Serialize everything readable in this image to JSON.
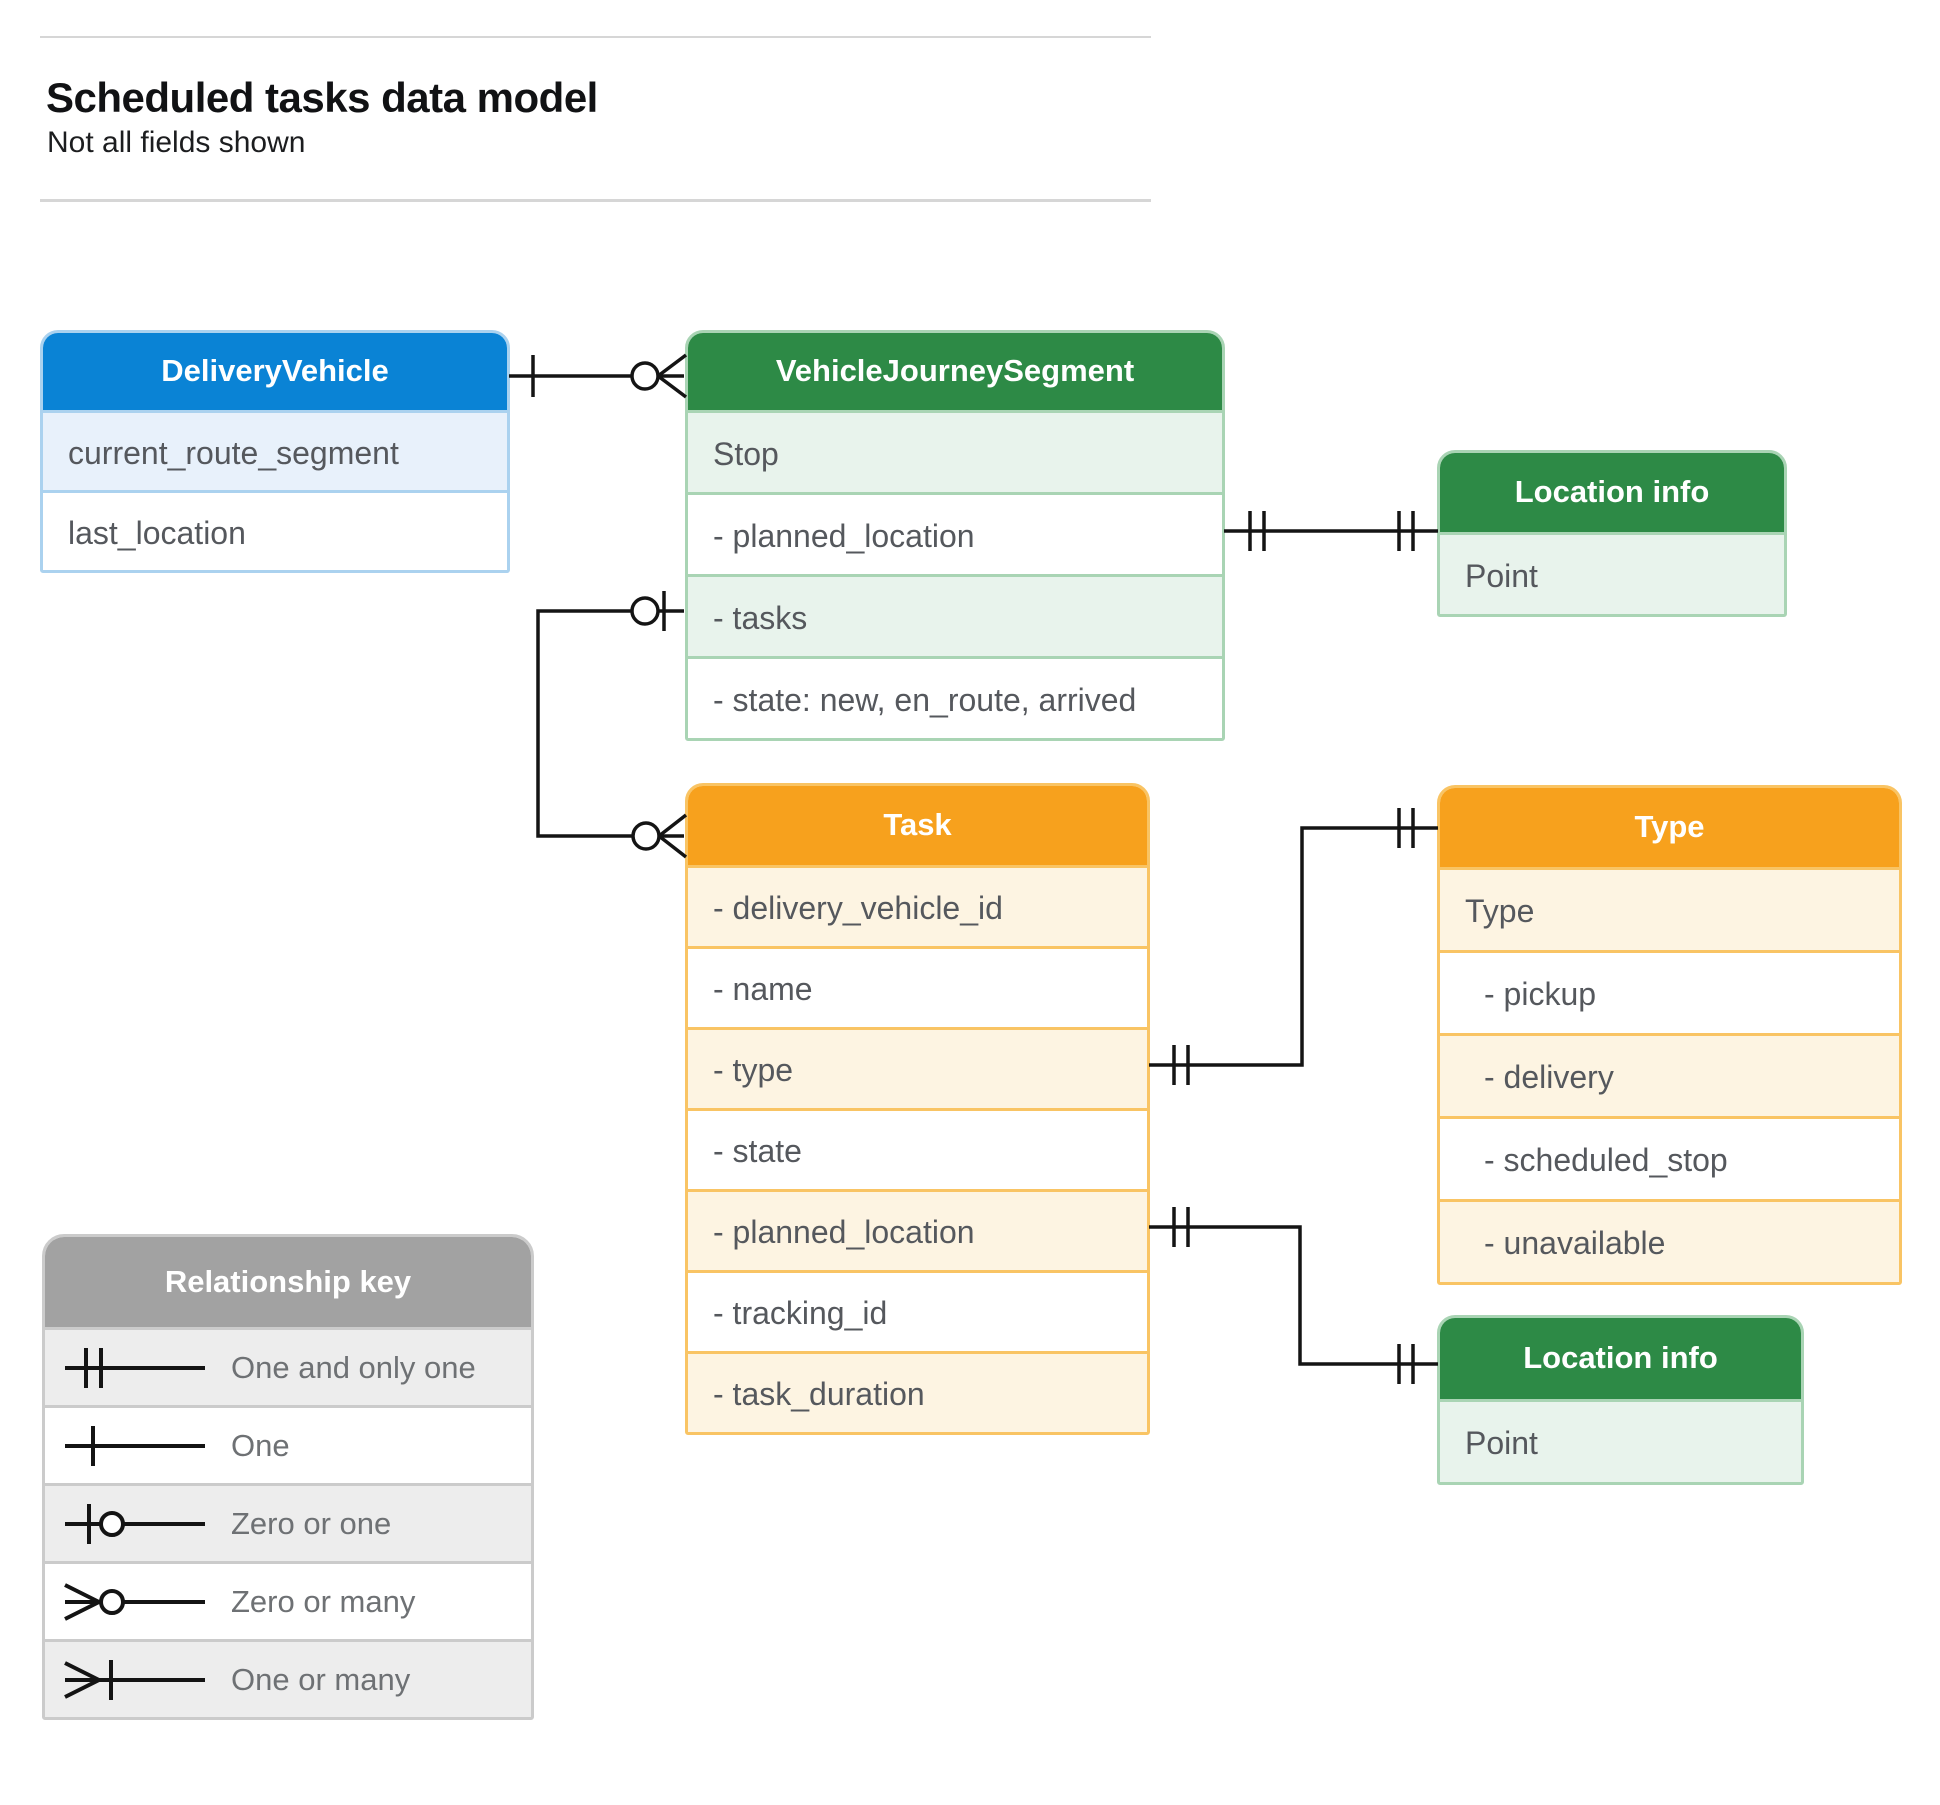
{
  "page": {
    "title": "Scheduled tasks data model",
    "subtitle": "Not all fields shown"
  },
  "entities": {
    "delivery_vehicle": {
      "title": "DeliveryVehicle",
      "fields": [
        "current_route_segment",
        "last_location"
      ]
    },
    "vehicle_journey_segment": {
      "title": "VehicleJourneySegment",
      "fields": [
        "Stop",
        "- planned_location",
        "- tasks",
        "- state: new, en_route, arrived"
      ]
    },
    "location_info_top": {
      "title": "Location info",
      "fields": [
        "Point"
      ]
    },
    "task": {
      "title": "Task",
      "fields": [
        "- delivery_vehicle_id",
        "- name",
        "- type",
        "- state",
        "- planned_location",
        "- tracking_id",
        "- task_duration"
      ]
    },
    "type": {
      "title": "Type",
      "fields": [
        "Type",
        "- pickup",
        "- delivery",
        "- scheduled_stop",
        "- unavailable"
      ]
    },
    "location_info_bottom": {
      "title": "Location info",
      "fields": [
        "Point"
      ]
    }
  },
  "legend": {
    "title": "Relationship key",
    "items": [
      {
        "symbol": "one-and-only-one",
        "label": "One and only one"
      },
      {
        "symbol": "one",
        "label": "One"
      },
      {
        "symbol": "zero-or-one",
        "label": "Zero or one"
      },
      {
        "symbol": "zero-or-many",
        "label": "Zero or many"
      },
      {
        "symbol": "one-or-many",
        "label": "One or many"
      }
    ]
  },
  "relationships": [
    {
      "from": "DeliveryVehicle",
      "from_cardinality": "one",
      "to": "VehicleJourneySegment",
      "to_cardinality": "zero-or-many"
    },
    {
      "from": "VehicleJourneySegment.tasks",
      "from_cardinality": "zero-or-one",
      "to": "Task",
      "to_cardinality": "zero-or-many"
    },
    {
      "from": "VehicleJourneySegment.planned_location",
      "from_cardinality": "one-and-only-one",
      "to": "Location info",
      "to_cardinality": "one-and-only-one"
    },
    {
      "from": "Task.type",
      "from_cardinality": "one-and-only-one",
      "to": "Type",
      "to_cardinality": "one-and-only-one"
    },
    {
      "from": "Task.planned_location",
      "from_cardinality": "one-and-only-one",
      "to": "Location info",
      "to_cardinality": "one-and-only-one"
    }
  ],
  "palette": {
    "blue_header": "#0a83d5",
    "blue_shade": "#e8f1fb",
    "green_header": "#2d8a46",
    "green_shade": "#e8f3ec",
    "orange_header": "#f7a11d",
    "orange_shade": "#fdf4e2",
    "gray_header": "#a2a2a2",
    "gray_shade": "#ededed",
    "line": "#141414"
  }
}
